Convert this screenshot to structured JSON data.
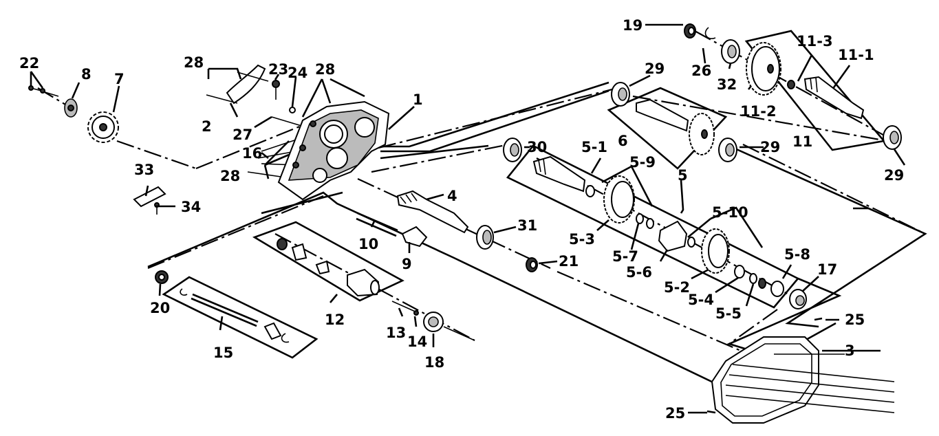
{
  "diagram": {
    "labels": {
      "l19": "19",
      "l26": "26",
      "l32": "32",
      "l11_3": "11-3",
      "l11_1": "11-1",
      "l11_2": "11-2",
      "l11": "11",
      "l29a": "29",
      "l29b": "29",
      "l29c": "29",
      "l6": "6",
      "l30": "30",
      "l5_1": "5-1",
      "l5_9": "5-9",
      "l5": "5",
      "l5_10": "5-10",
      "l5_3": "5-3",
      "l5_7": "5-7",
      "l5_6": "5-6",
      "l5_2": "5-2",
      "l5_4": "5-4",
      "l5_5": "5-5",
      "l5_8": "5-8",
      "l17": "17",
      "l25a": "25",
      "l25b": "25",
      "l3": "3",
      "l4": "4",
      "l31": "31",
      "l21": "21",
      "l10": "10",
      "l9": "9",
      "l12": "12",
      "l13": "13",
      "l14": "14",
      "l18": "18",
      "l20": "20",
      "l15": "15",
      "l22": "22",
      "l8": "8",
      "l7": "7",
      "l28a": "28",
      "l28b": "28",
      "l28c": "28",
      "l23": "23",
      "l24": "24",
      "l1": "1",
      "l2": "2",
      "l27": "27",
      "l16": "16",
      "l33": "33",
      "l34": "34"
    }
  }
}
